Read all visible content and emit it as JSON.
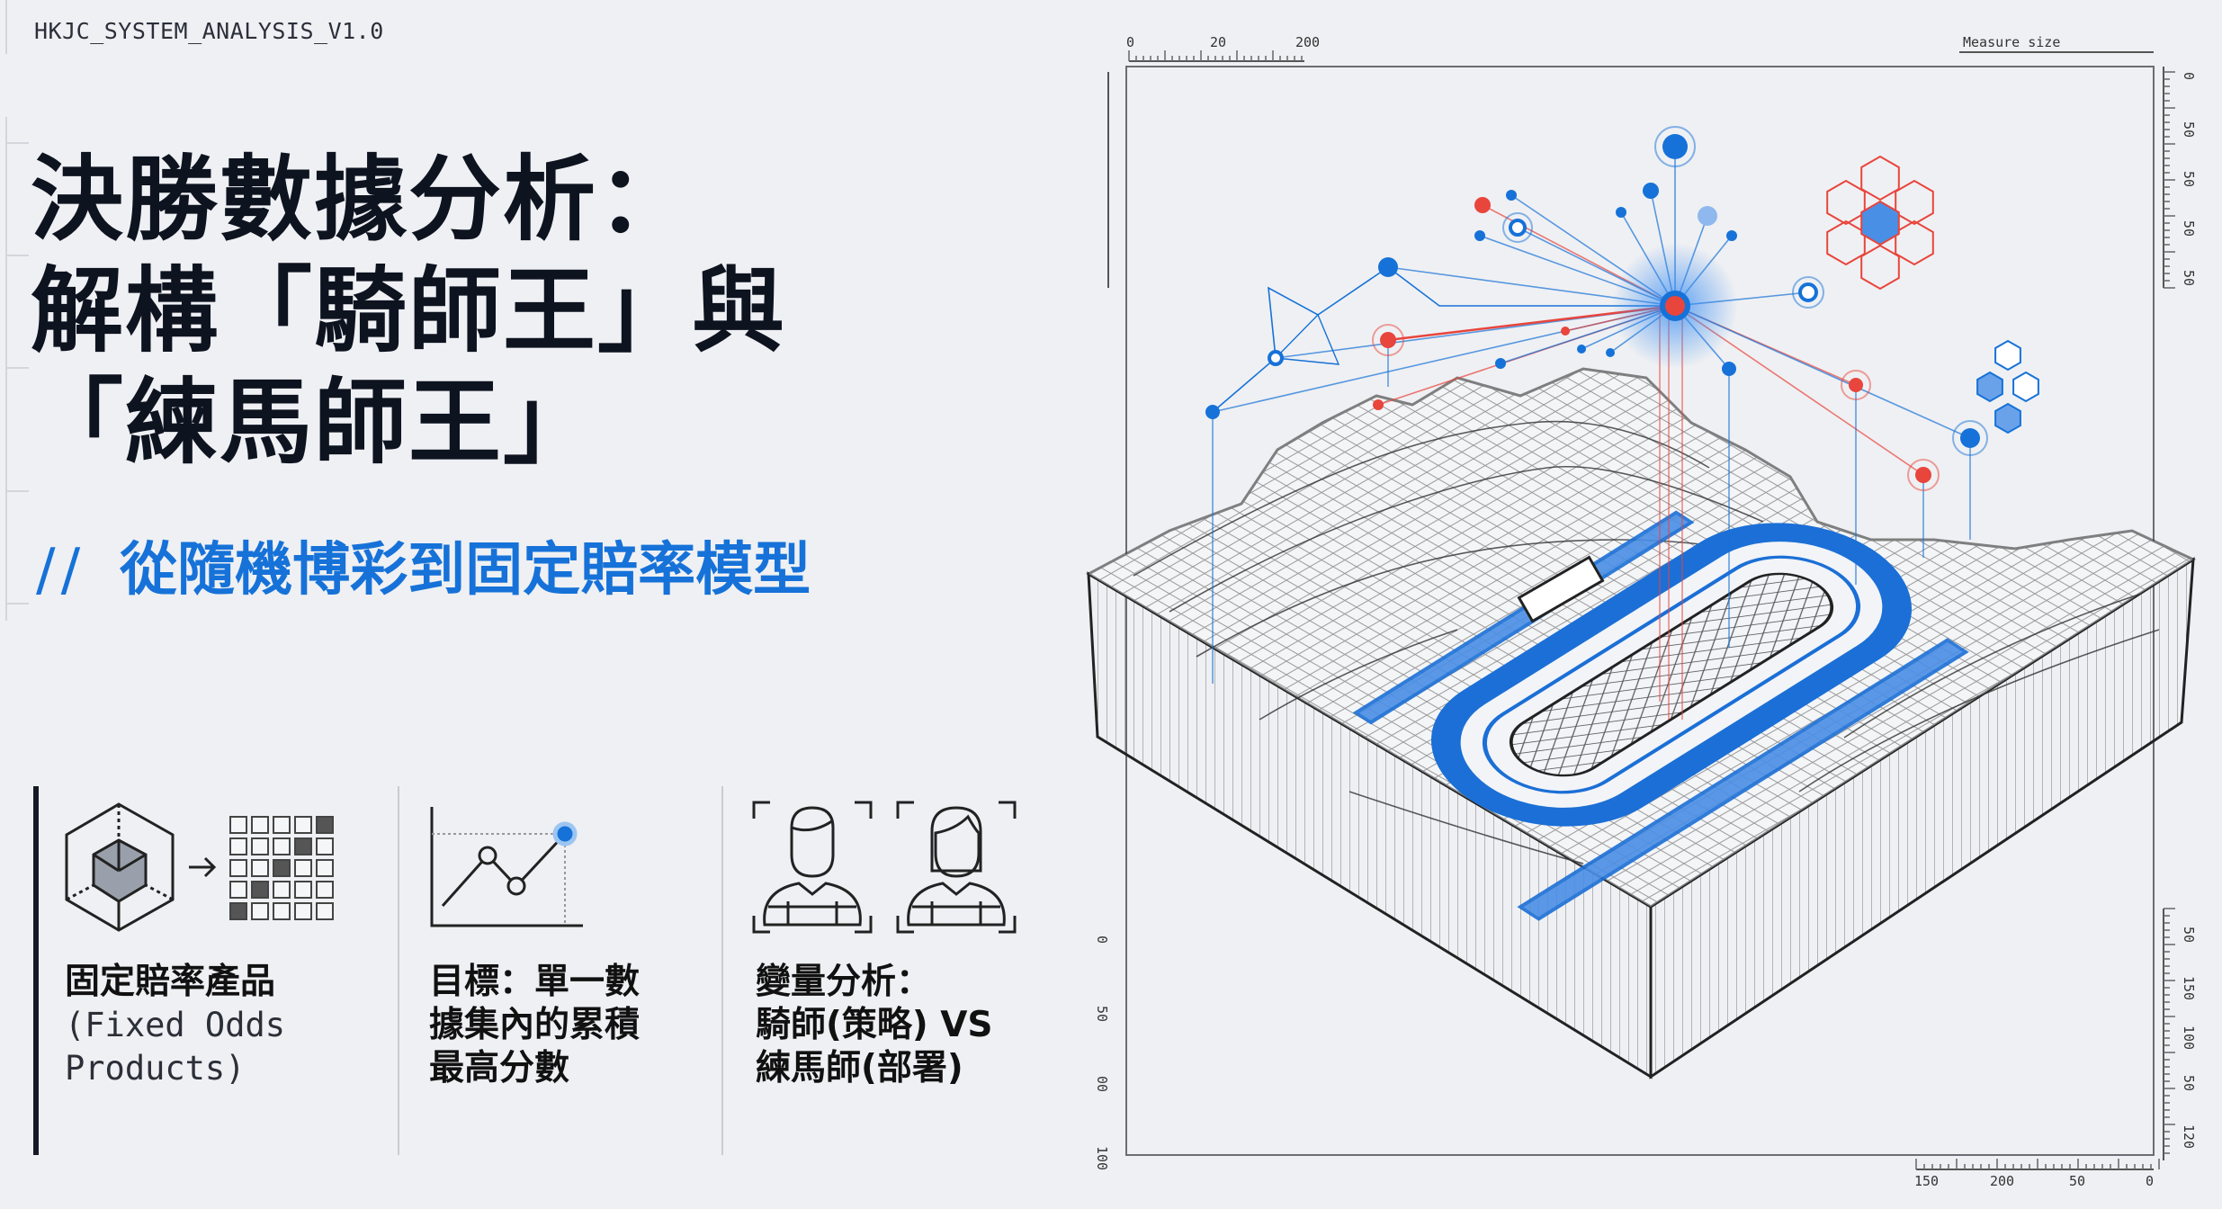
{
  "header": {
    "system_label": "HKJC_SYSTEM_ANALYSIS_V1.0"
  },
  "title": {
    "lines": [
      "決勝數據分析：",
      "解構「騎師王」與",
      "「練馬師王」"
    ]
  },
  "subtitle": {
    "prefix": "//",
    "text": "從隨機博彩到固定賠率模型"
  },
  "features": [
    {
      "icon": "cube-to-grid-icon",
      "lines": [
        "固定賠率產品"
      ],
      "mono_lines": [
        "(Fixed Odds",
        "Products)"
      ]
    },
    {
      "icon": "line-chart-peak-icon",
      "lines": [
        "目標：單一數",
        "據集內的累積",
        "最高分數"
      ]
    },
    {
      "icon": "jockey-trainer-avatars-icon",
      "lines": [
        "變量分析：",
        "騎師(策略) VS",
        "練馬師(部署)"
      ]
    }
  ],
  "illustration": {
    "top_ruler_ticks": [
      "0",
      "20",
      "200"
    ],
    "top_right_label": "Measure size",
    "bottom_ruler_ticks": [
      "150",
      "200",
      "50",
      "0"
    ],
    "left_ruler_ticks": [
      "0",
      "50",
      "00",
      "100"
    ],
    "right_ruler_ticks": [
      "0",
      "50",
      "50",
      "50",
      "50",
      "50",
      "150",
      "100",
      "50",
      "120"
    ],
    "colors": {
      "accent_blue": "#1672d8",
      "accent_red": "#e8453c",
      "wire": "#2a2e36"
    }
  }
}
